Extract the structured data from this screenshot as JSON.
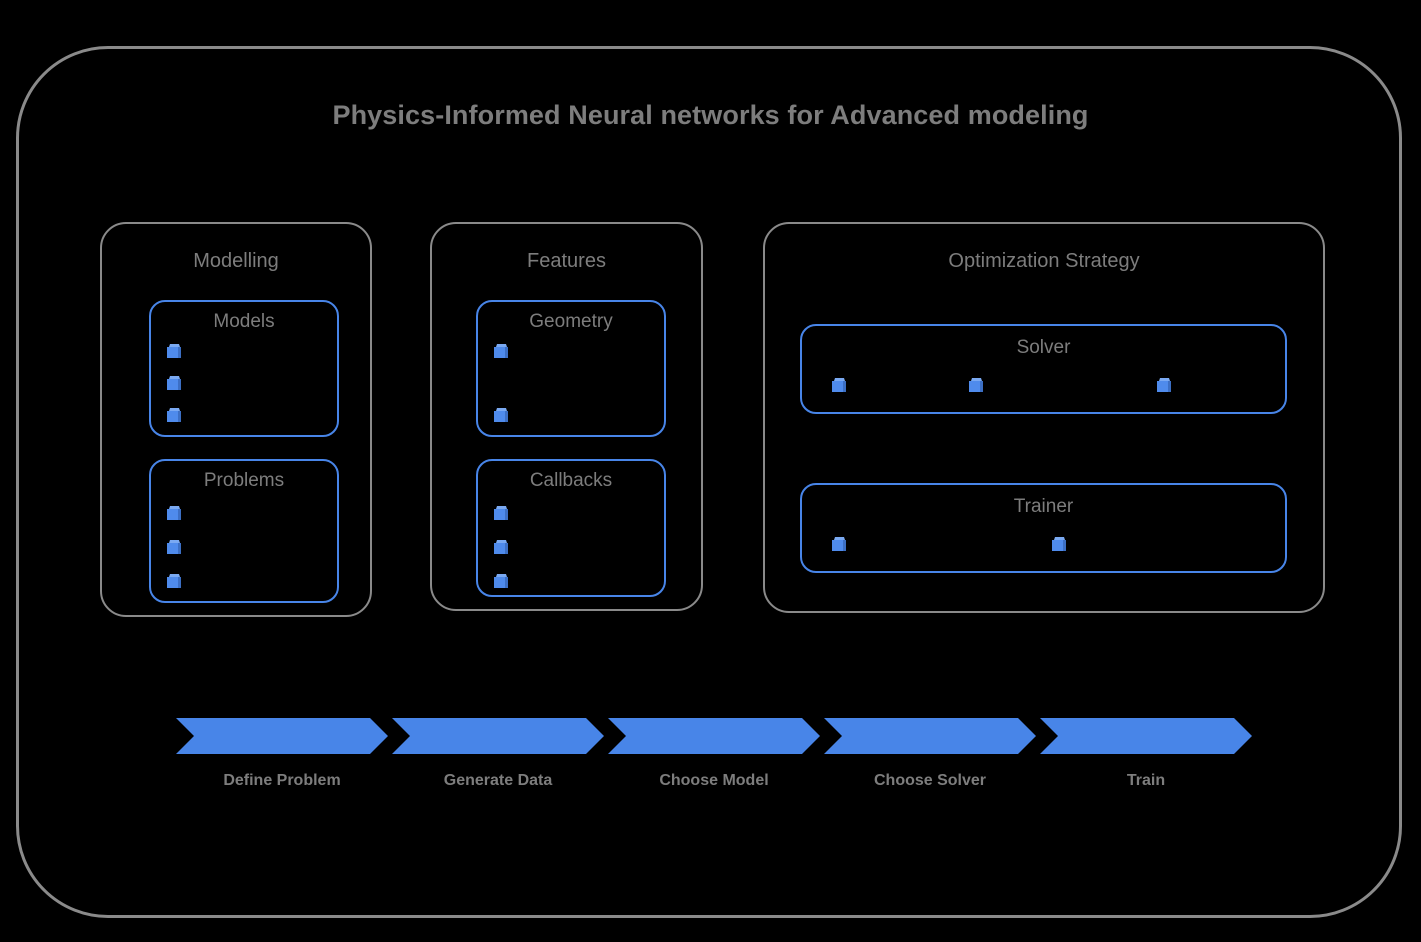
{
  "diagram": {
    "title": "Physics-Informed Neural networks for Advanced modeling",
    "colors": {
      "background": "#000000",
      "frame_border": "#8a8a8a",
      "accent_blue": "#4885e8",
      "text_gray": "#7d7d7d"
    }
  },
  "groups": [
    {
      "id": "modelling",
      "title": "Modelling",
      "boxes": [
        {
          "id": "models",
          "title": "Models",
          "bullet_count": 3,
          "bullet_layout": "vertical"
        },
        {
          "id": "problems",
          "title": "Problems",
          "bullet_count": 3,
          "bullet_layout": "vertical"
        }
      ]
    },
    {
      "id": "features",
      "title": "Features",
      "boxes": [
        {
          "id": "geometry",
          "title": "Geometry",
          "bullet_count": 2,
          "bullet_layout": "vertical-spread"
        },
        {
          "id": "callbacks",
          "title": "Callbacks",
          "bullet_count": 3,
          "bullet_layout": "vertical"
        }
      ]
    },
    {
      "id": "optimization-strategy",
      "title": "Optimization Strategy",
      "boxes": [
        {
          "id": "solver",
          "title": "Solver",
          "bullet_count": 3,
          "bullet_layout": "horizontal"
        },
        {
          "id": "trainer",
          "title": "Trainer",
          "bullet_count": 2,
          "bullet_layout": "horizontal"
        }
      ]
    }
  ],
  "workflow": {
    "steps": [
      {
        "label": "Define Problem"
      },
      {
        "label": "Generate Data"
      },
      {
        "label": "Choose Model"
      },
      {
        "label": "Choose Solver"
      },
      {
        "label": "Train"
      }
    ]
  }
}
